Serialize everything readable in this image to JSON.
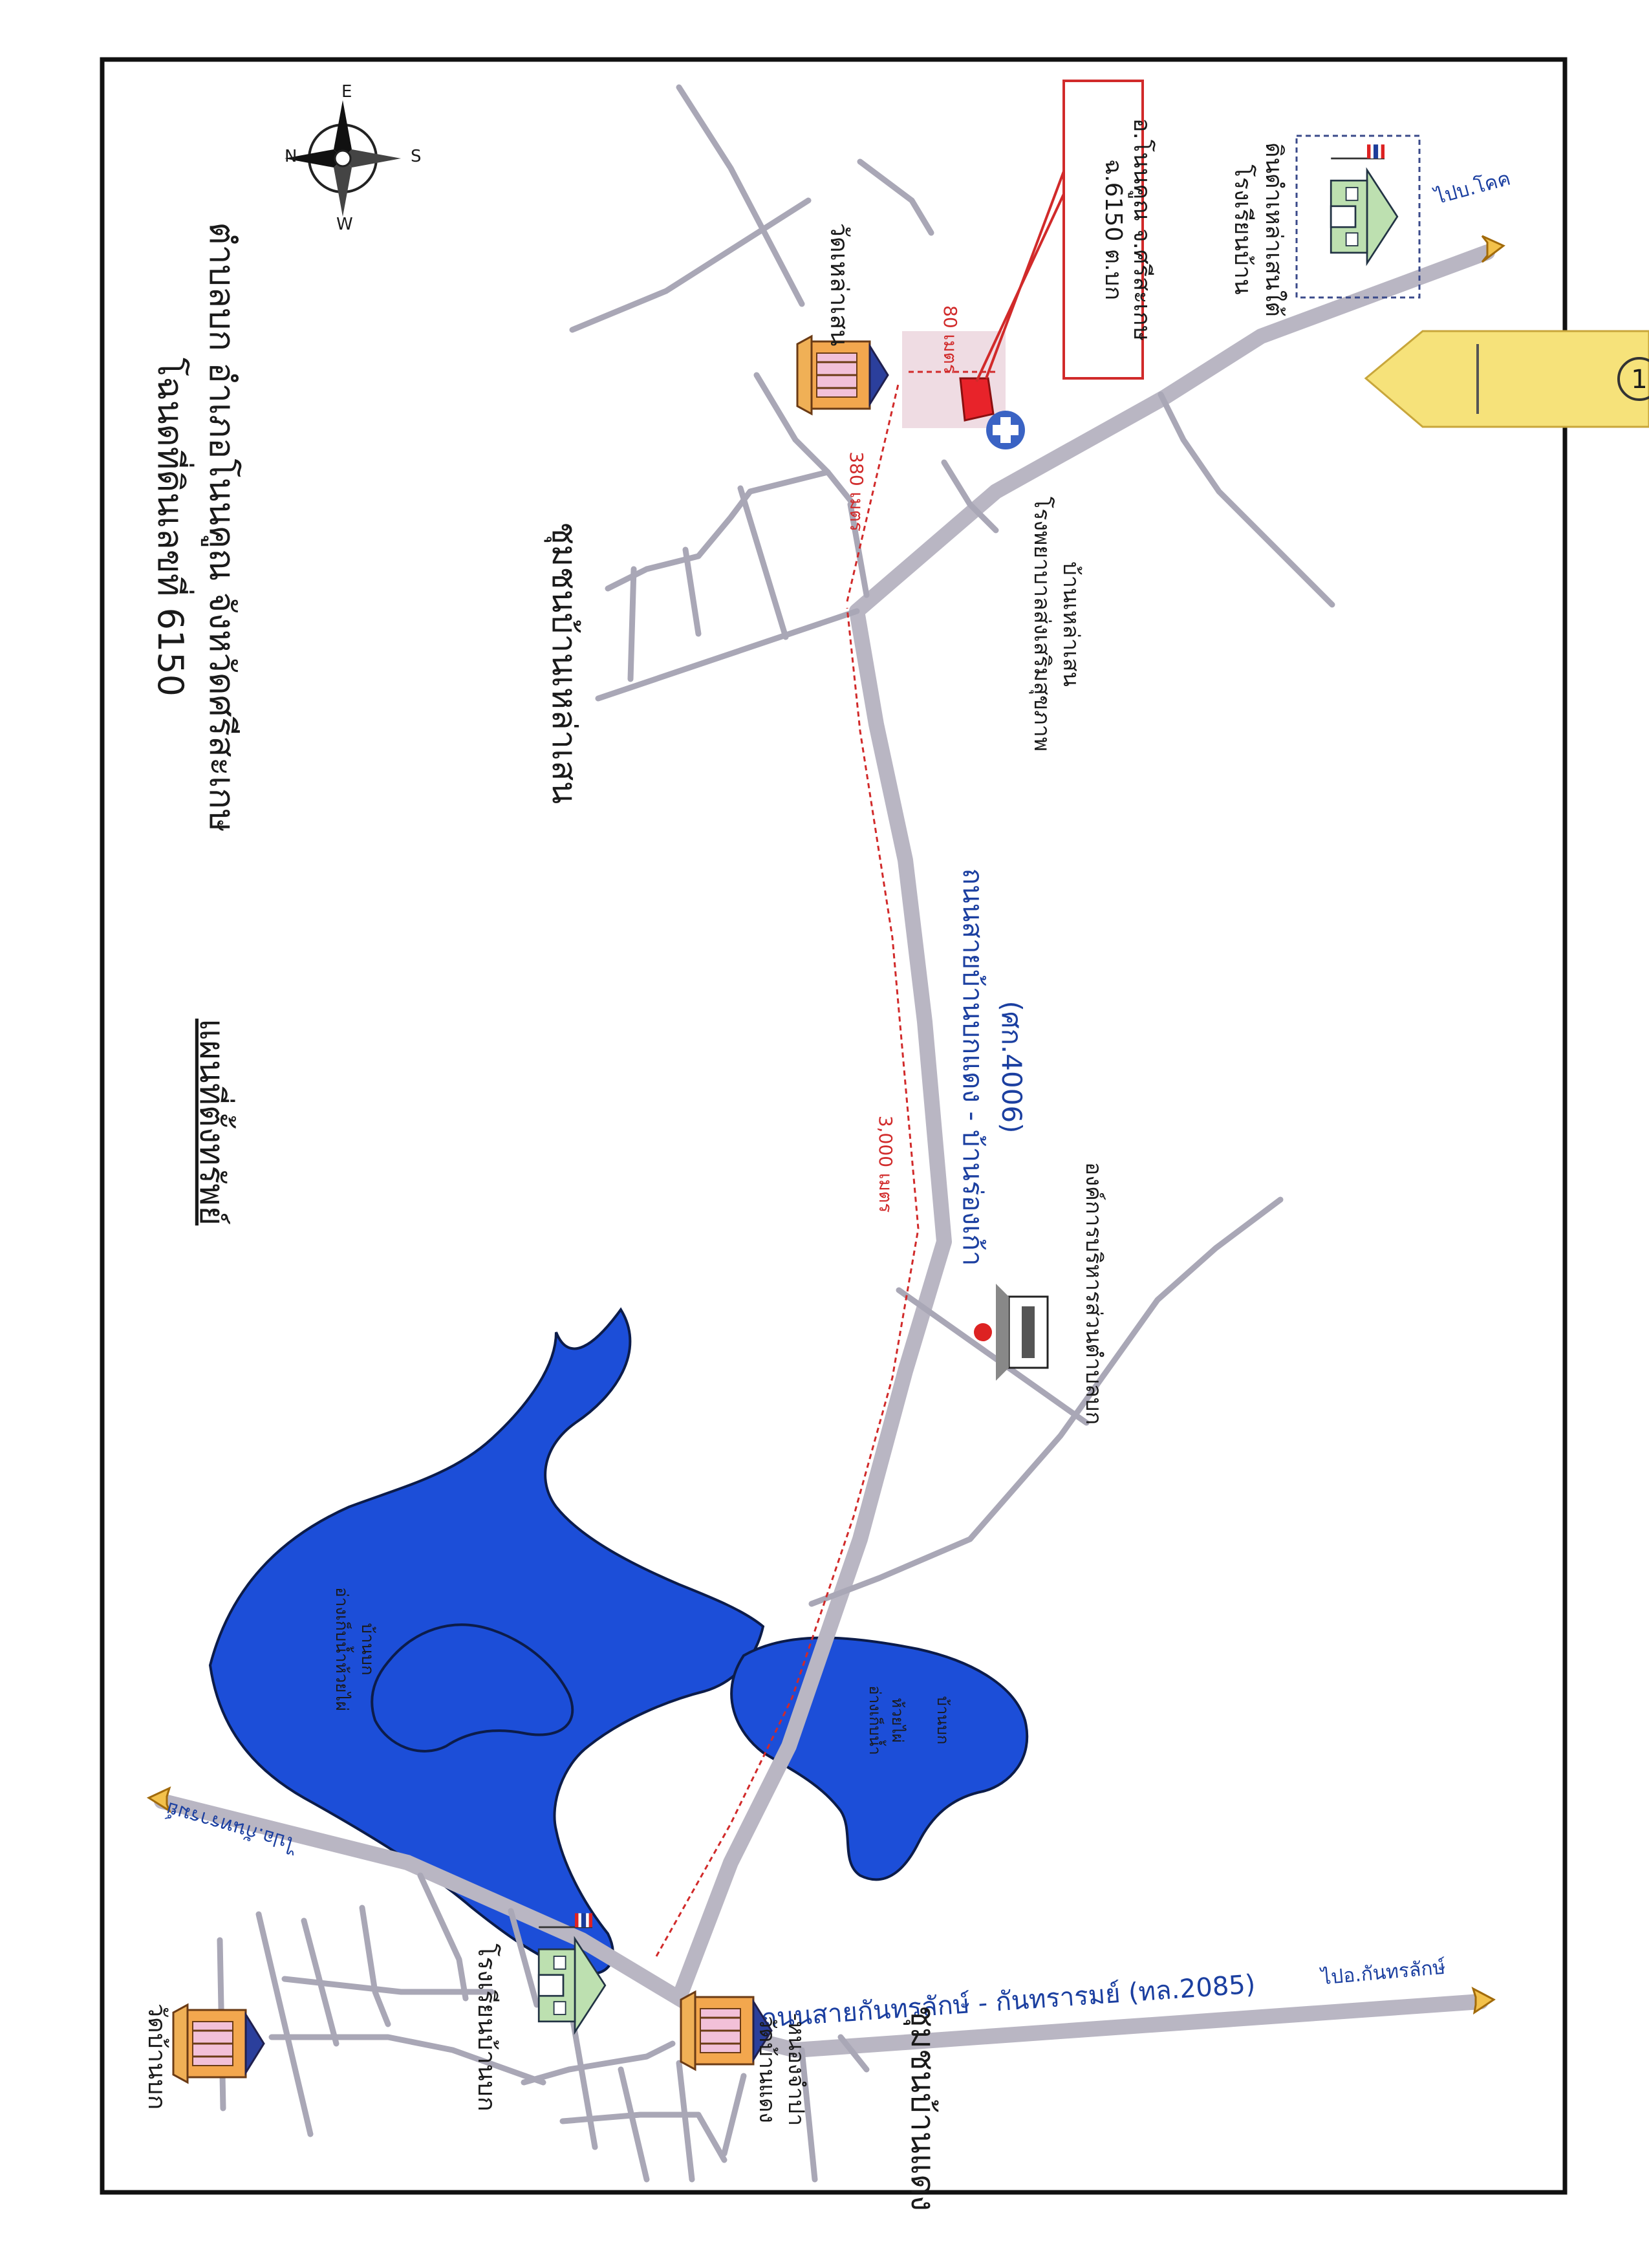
{
  "map": {
    "title_line1": "โฉนดที่ดินเลขที่ 6150",
    "title_line2": "ตำบลบก อำเภอโนนคูณ จังหวัดศรีสะเกษ",
    "subtitle": "แผนที่ตั้งทรัพย์",
    "compass": {
      "n": "N",
      "e": "E",
      "s": "S",
      "w": "W"
    },
    "parcel_box": {
      "line1": "ฉ.6150 ต.บก",
      "line2": "อ.โนนคูณ จ.ศรีสะเกษ"
    },
    "distances": {
      "d380": "380 เมตร",
      "d80": "80 เมตร",
      "d3000": "3,000 เมตร"
    },
    "landmarks": {
      "wat_lao_saen": "วัดเหล่าเสน",
      "community_lao_saen": "ชุมชนบ้านเหล่าเสน",
      "hospital_line1": "โรงพยาบาลส่งเสริมสุขภาพ",
      "hospital_line2": "บ้านเหล่าเสน",
      "school_south_line1": "โรงเรียนบ้าน",
      "school_south_line2": "ดินดำเหล่าเสนใต้",
      "road_main_line1": "ถนนสายบ้านบกแดง - บ้านร่องเก้า",
      "road_main_line2": "(ศก.4006)",
      "tao_office": "องค์การบริหารส่วนตำบลบก",
      "reservoir_big_line1": "อ่างเก็บน้ำห้วยไผ่",
      "reservoir_big_line2": "บ้านบก",
      "reservoir_small_line1": "อ่างเก็บน้ำ",
      "reservoir_small_line2": "ห้วยไผ่",
      "reservoir_small_line3": "บ้านบก",
      "road_kantharalak": "ถนนสายกันทรลักษ์ - กันทรารมย์ (ทล.2085)",
      "to_kantharalak": "ไปอ.กันทรลักษ์",
      "to_kanthararom": "ไปอ.กันทรารมย์",
      "to_khok": "ไปบ.โคค",
      "wat_ban_bok": "วัดบ้านบก",
      "school_ban_bok": "โรงเรียนบ้านบก",
      "wat_ban_daeng_line1": "วัดบ้านแดง",
      "wat_ban_daeng_line2": "-หนองจำปา",
      "community_ban_daeng": "ชุมชนบ้านแดง"
    },
    "tab_label": "1"
  },
  "colors": {
    "water": "#1c4ed8",
    "road": "#b9b6c3",
    "parcel": "#e8232a",
    "distance_line": "#d12a2a",
    "arrow": "#f3c14b",
    "yellow_tab": "#f6e27a",
    "frame": "#111111"
  },
  "icons": [
    "compass-icon",
    "temple-icon",
    "school-icon",
    "hospital-icon",
    "tao-office-icon",
    "arrow-icon",
    "parcel-icon"
  ]
}
